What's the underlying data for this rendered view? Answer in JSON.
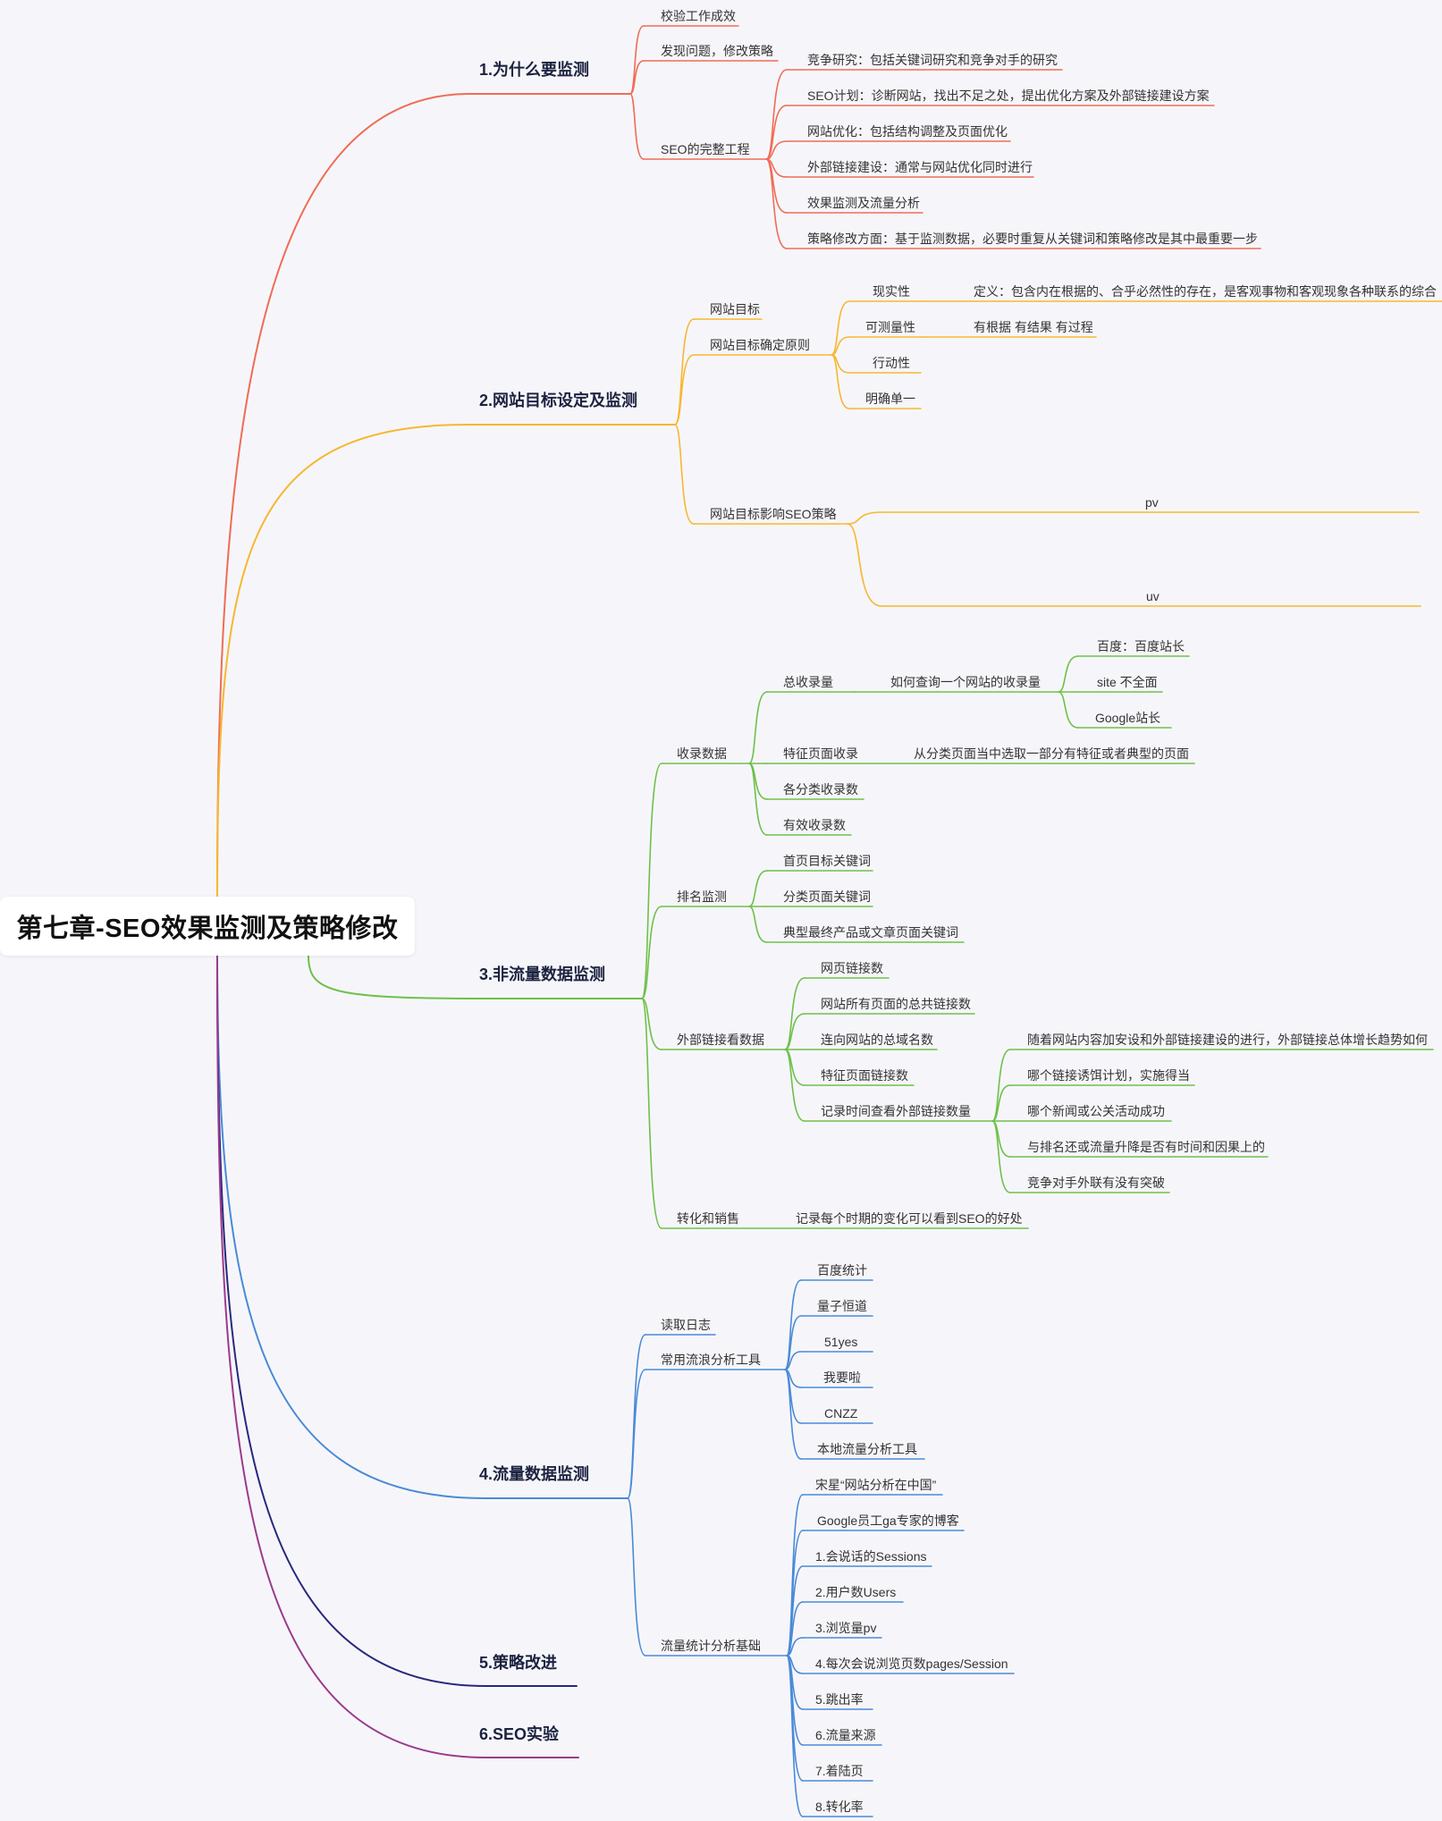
{
  "root": "第七章-SEO效果监测及策略修改",
  "colors": {
    "b1": "#f06c55",
    "b2": "#f7b731",
    "b3": "#6ec04a",
    "b4": "#4a8ad8",
    "b5": "#27287e",
    "b6": "#9b3b8c"
  },
  "branches": [
    {
      "title": "1.为什么要监测",
      "children": [
        {
          "text": "校验工作成效"
        },
        {
          "text": "发现问题，修改策略"
        },
        {
          "text": "SEO的完整工程",
          "children": [
            {
              "text": "竞争研究：包括关键词研究和竞争对手的研究"
            },
            {
              "text": "SEO计划：诊断网站，找出不足之处，提出优化方案及外部链接建设方案"
            },
            {
              "text": "网站优化：包括结构调整及页面优化"
            },
            {
              "text": "外部链接建设：通常与网站优化同时进行"
            },
            {
              "text": "效果监测及流量分析"
            },
            {
              "text": "策略修改方面：基于监测数据，必要时重复从关键词和策略修改是其中最重要一步"
            }
          ]
        }
      ]
    },
    {
      "title": "2.网站目标设定及监测",
      "children": [
        {
          "text": "网站目标"
        },
        {
          "text": "网站目标确定原则",
          "children": [
            {
              "text": "现实性",
              "children": [
                {
                  "text": "定义：包含内在根据的、合乎必然性的存在，是客观事物和客观现象各种联系的综合"
                }
              ]
            },
            {
              "text": "可测量性",
              "children": [
                {
                  "text": "有根据 有结果 有过程"
                }
              ]
            },
            {
              "text": "行动性"
            },
            {
              "text": "明确单一"
            }
          ]
        },
        {
          "text": "网站目标影响SEO策略",
          "children": [
            {
              "text": "pv"
            },
            {
              "text": "uv"
            }
          ]
        }
      ]
    },
    {
      "title": "3.非流量数据监测",
      "children": [
        {
          "text": "收录数据",
          "children": [
            {
              "text": "总收录量",
              "children": [
                {
                  "text": "如何查询一个网站的收录量",
                  "children": [
                    {
                      "text": "百度：百度站长"
                    },
                    {
                      "text": "site 不全面"
                    },
                    {
                      "text": "Google站长"
                    }
                  ]
                }
              ]
            },
            {
              "text": "特征页面收录",
              "children": [
                {
                  "text": "从分类页面当中选取一部分有特征或者典型的页面"
                }
              ]
            },
            {
              "text": "各分类收录数"
            },
            {
              "text": "有效收录数"
            }
          ]
        },
        {
          "text": "排名监测",
          "children": [
            {
              "text": "首页目标关键词"
            },
            {
              "text": "分类页面关键词"
            },
            {
              "text": "典型最终产品或文章页面关键词"
            }
          ]
        },
        {
          "text": "外部链接看数据",
          "children": [
            {
              "text": "网页链接数"
            },
            {
              "text": "网站所有页面的总共链接数"
            },
            {
              "text": "连向网站的总域名数"
            },
            {
              "text": "特征页面链接数"
            },
            {
              "text": "记录时间查看外部链接数量",
              "children": [
                {
                  "text": "随着网站内容加安设和外部链接建设的进行，外部链接总体增长趋势如何"
                },
                {
                  "text": "哪个链接诱饵计划，实施得当"
                },
                {
                  "text": "哪个新闻或公关活动成功"
                },
                {
                  "text": "与排名还或流量升降是否有时间和因果上的"
                },
                {
                  "text": "竞争对手外联有没有突破"
                }
              ]
            }
          ]
        },
        {
          "text": "转化和销售",
          "children": [
            {
              "text": "记录每个时期的变化可以看到SEO的好处"
            }
          ]
        }
      ]
    },
    {
      "title": "4.流量数据监测",
      "children": [
        {
          "text": "读取日志"
        },
        {
          "text": "常用流浪分析工具",
          "children": [
            {
              "text": "百度统计"
            },
            {
              "text": "量子恒道"
            },
            {
              "text": "51yes"
            },
            {
              "text": "我要啦"
            },
            {
              "text": "CNZZ"
            },
            {
              "text": "本地流量分析工具"
            }
          ]
        },
        {
          "text": "流量统计分析基础",
          "children": [
            {
              "text": "宋星“网站分析在中国”"
            },
            {
              "text": "Google员工ga专家的博客"
            },
            {
              "text": "1.会说话的Sessions"
            },
            {
              "text": "2.用户数Users"
            },
            {
              "text": "3.浏览量pv"
            },
            {
              "text": "4.每次会说浏览页数pages/Session"
            },
            {
              "text": "5.跳出率"
            },
            {
              "text": "6.流量来源"
            },
            {
              "text": "7.着陆页"
            },
            {
              "text": "8.转化率"
            }
          ]
        }
      ]
    },
    {
      "title": "5.策略改进",
      "children": []
    },
    {
      "title": "6.SEO实验",
      "children": []
    }
  ]
}
